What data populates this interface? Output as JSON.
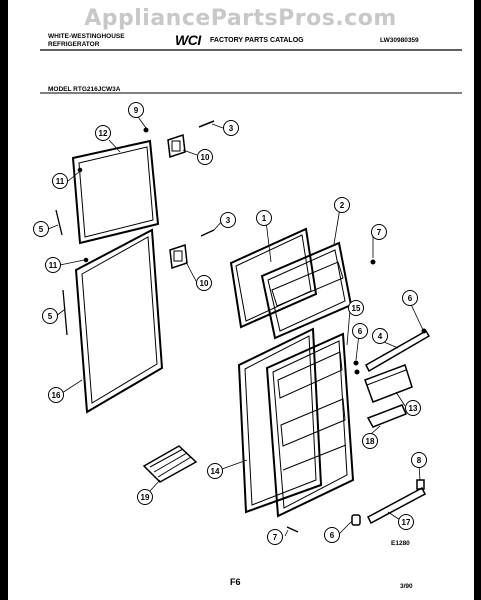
{
  "watermark": "AppliancePartsPros.com",
  "header": {
    "brand_line1": "WHITE-WESTINGHOUSE",
    "brand_line2": "REFRIGERATOR",
    "logo": "WCI",
    "catalog_title": "FACTORY PARTS CATALOG",
    "catalog_number": "LW30980359",
    "model_line": "MODEL RTG216JCW3A"
  },
  "footer": {
    "diagram_code": "E1280",
    "page_label": "F6",
    "date": "3/90"
  },
  "callouts": [
    {
      "id": "c12a",
      "label": "12"
    },
    {
      "id": "c9",
      "label": "9"
    },
    {
      "id": "c3a",
      "label": "3"
    },
    {
      "id": "c10a",
      "label": "10"
    },
    {
      "id": "c11a",
      "label": "11"
    },
    {
      "id": "c5a",
      "label": "5"
    },
    {
      "id": "c3b",
      "label": "3"
    },
    {
      "id": "c1",
      "label": "1"
    },
    {
      "id": "c2",
      "label": "2"
    },
    {
      "id": "c7a",
      "label": "7"
    },
    {
      "id": "c11b",
      "label": "11"
    },
    {
      "id": "c10b",
      "label": "10"
    },
    {
      "id": "c5b",
      "label": "5"
    },
    {
      "id": "c16",
      "label": "16"
    },
    {
      "id": "c15",
      "label": "15"
    },
    {
      "id": "c6a",
      "label": "6"
    },
    {
      "id": "c6b",
      "label": "6"
    },
    {
      "id": "c4",
      "label": "4"
    },
    {
      "id": "c13a",
      "label": "13"
    },
    {
      "id": "c18",
      "label": "18"
    },
    {
      "id": "c14",
      "label": "14"
    },
    {
      "id": "c19",
      "label": "19"
    },
    {
      "id": "c8",
      "label": "8"
    },
    {
      "id": "c17",
      "label": "17"
    },
    {
      "id": "c6c",
      "label": "6"
    },
    {
      "id": "c7b",
      "label": "7"
    }
  ]
}
